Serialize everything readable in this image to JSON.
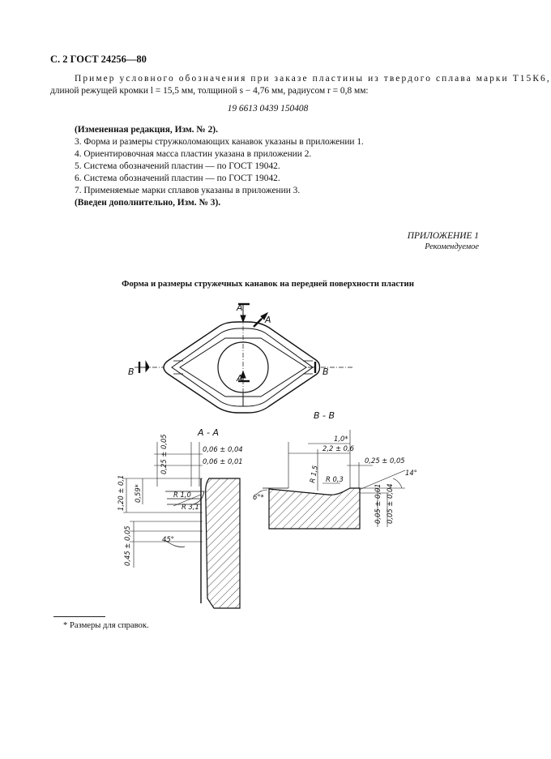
{
  "header": "С. 2 ГОСТ 24256—80",
  "intro": {
    "line1": "Пример условного обозначения при заказе пластины из твердого сплава марки Т15К6,",
    "line2": "длиной режущей кромки l = 15,5 мм, толщиной s − 4,76 мм, радиусом r = 0,8 мм:"
  },
  "designation_code": "19 6613 0439 150408",
  "items": [
    "(Измененная редакция, Изм. № 2).",
    "3. Форма и размеры стружколомающих канавок указаны в приложении 1.",
    "4. Ориентировочная масса пластин указана в приложении 2.",
    "5. Система обозначений пластин — по ГОСТ 19042.",
    "6. Система обозначений пластин — по ГОСТ 19042.",
    "7. Применяемые марки сплавов указаны в приложении 3.",
    "(Введен дополнительно, Изм. № 3)."
  ],
  "appendix": {
    "title": "ПРИЛОЖЕНИЕ 1",
    "status": "Рекомендуемое"
  },
  "figure": {
    "title": "Форма и размеры стружечных канавок на передней поверхности пластин",
    "sections": {
      "a": "А",
      "b": "В",
      "aa": "А - А",
      "bb": "В - В"
    },
    "dims_aa": {
      "d1": "0,06 ± 0,04",
      "d2": "0,06 ± 0,01",
      "d3": "0,25 ± 0,05",
      "d4": "0,59*",
      "d5": "1,20 ± 0,1",
      "d6": "R 1,0",
      "d7": "R 3,1",
      "d8": "45°",
      "d9": "0,45 ± 0,05"
    },
    "dims_bb": {
      "d1": "1,0*",
      "d2": "2,2 ± 0,6",
      "d3": "0,25 ± 0,05",
      "d4": "R 1,5",
      "d5": "R 0,3",
      "d6": "6°*",
      "d7": "14°",
      "d8": "0,05 ± 0,01",
      "d9": "0,05 ± 0,04"
    }
  },
  "footnote": "* Размеры для справок."
}
